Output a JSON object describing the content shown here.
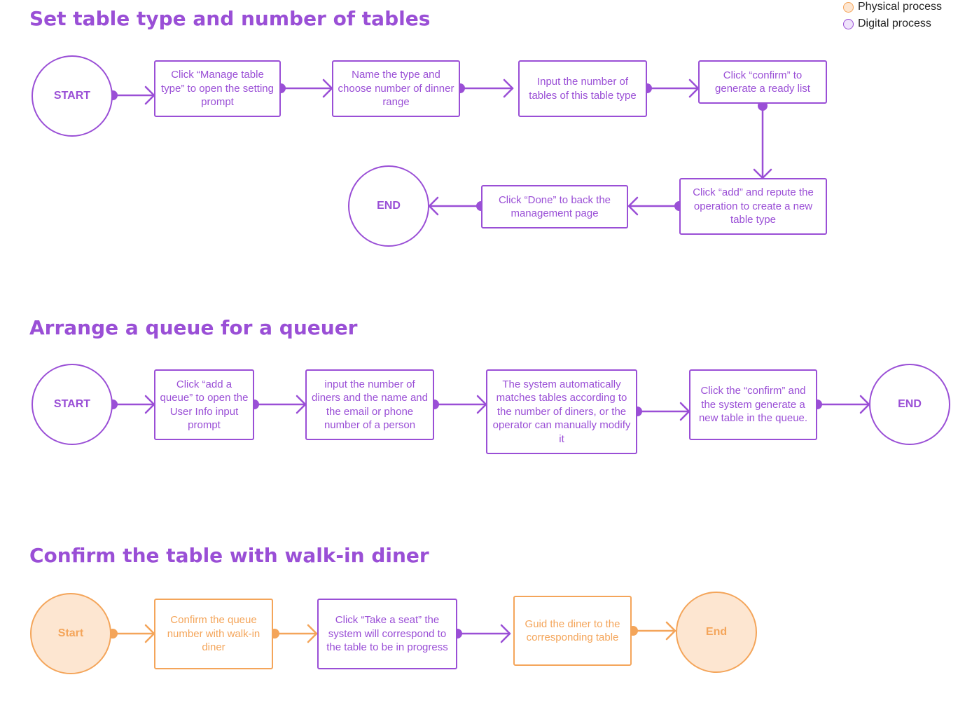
{
  "legend": {
    "physical": "Physical process",
    "digital": "Digital process"
  },
  "colors": {
    "digital": "#9a4fd6",
    "physical": "#f4a55a",
    "physical_fill": "#fde6d1"
  },
  "flow1": {
    "title": "Set table type and number of tables",
    "start": "START",
    "step1": "Click “Manage table type” to open the setting prompt",
    "step2": "Name the type and choose number of dinner range",
    "step3": "Input the number of tables of this table type",
    "step4": "Click “confirm” to generate a ready list",
    "step5": "Click “add” and repute the operation to create a new table type",
    "step6": "Click “Done” to back the management page",
    "end": "END"
  },
  "flow2": {
    "title": "Arrange a queue for a queuer",
    "start": "START",
    "step1": "Click “add a queue” to open the User Info input prompt",
    "step2": "input the number of diners and the name and the email or phone number of a person",
    "step3": "The system automatically matches tables according to the number of diners, or the operator can manually modify it",
    "step4": "Click the “confirm” and the system generate a new table in the queue.",
    "end": "END"
  },
  "flow3": {
    "title": "Confirm the table with walk-in diner",
    "start": "Start",
    "step1": "Confirm the queue number with walk-in diner",
    "step2": "Click “Take a seat” the system will correspond to the table to be in progress",
    "step3": "Guid the diner to the corresponding table",
    "end": "End"
  }
}
